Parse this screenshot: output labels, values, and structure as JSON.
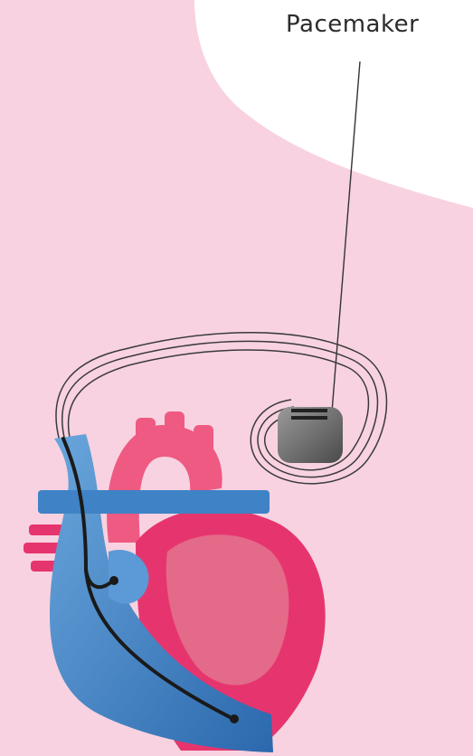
{
  "labels": {
    "pacemaker": "Pacemaker"
  },
  "colors": {
    "background_pink": "#f8d2e0",
    "white_area": "#ffffff",
    "heart_left_red": "#e6356e",
    "heart_left_inner": "#e36a88",
    "heart_right_blue": "#4d8ccd",
    "heart_blue_dark": "#2f6fb2",
    "aorta_pink": "#ef5a82",
    "lead_wire": "#1a1a1a",
    "pacemaker_device": "#6c6c6c",
    "wire_outline": "#3a3a3a"
  },
  "icons": [
    "heart-illustration",
    "pacemaker-device",
    "lead-wire"
  ]
}
